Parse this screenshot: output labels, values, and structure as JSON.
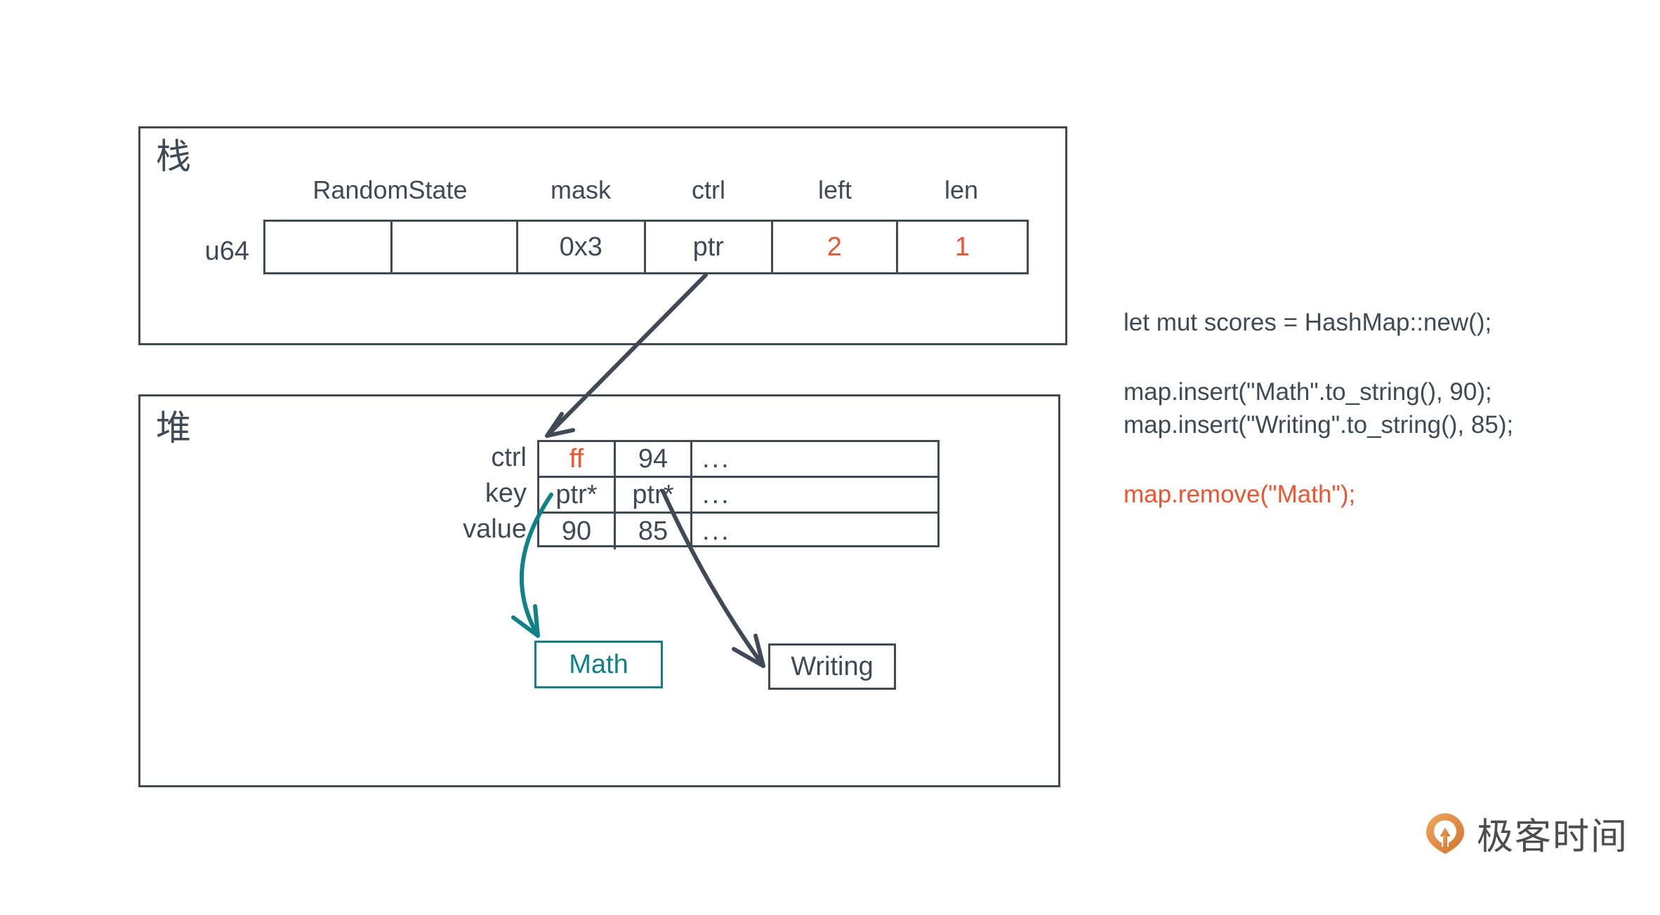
{
  "regions": {
    "stack": {
      "label": "栈"
    },
    "heap": {
      "label": "堆"
    }
  },
  "stack_table": {
    "row_label": "u64",
    "headers": [
      "RandomState",
      "mask",
      "ctrl",
      "left",
      "len"
    ],
    "cells": [
      {
        "value": "",
        "color": "#3f4a56"
      },
      {
        "value": "",
        "color": "#3f4a56"
      },
      {
        "value": "0x3",
        "color": "#3f4a56"
      },
      {
        "value": "ptr",
        "color": "#3f4a56"
      },
      {
        "value": "2",
        "color": "#f4522d"
      },
      {
        "value": "1",
        "color": "#f4522d"
      }
    ]
  },
  "heap_table": {
    "row_labels": [
      "ctrl",
      "key",
      "value"
    ],
    "rows": [
      {
        "name": "ctrl",
        "cells": [
          {
            "value": "ff",
            "color": "#f4522d"
          },
          {
            "value": "94",
            "color": "#3f4a56"
          },
          {
            "value": "...",
            "color": "#3f4a56"
          }
        ]
      },
      {
        "name": "key",
        "cells": [
          {
            "value": "ptr*",
            "color": "#3f4a56"
          },
          {
            "value": "ptr*",
            "color": "#3f4a56"
          },
          {
            "value": "...",
            "color": "#3f4a56"
          }
        ]
      },
      {
        "name": "value",
        "cells": [
          {
            "value": "90",
            "color": "#3f4a56"
          },
          {
            "value": "85",
            "color": "#3f4a56"
          },
          {
            "value": "...",
            "color": "#3f4a56"
          }
        ]
      }
    ]
  },
  "string_boxes": [
    {
      "name": "math",
      "label": "Math",
      "color": "#0f8287"
    },
    {
      "name": "writing",
      "label": "Writing",
      "color": "#3f4a56"
    }
  ],
  "code": {
    "line1": "let mut scores = HashMap::new();",
    "line2": "map.insert(\"Math\".to_string(), 90);",
    "line3": "map.insert(\"Writing\".to_string(), 85);",
    "line4": "map.remove(\"Math\");",
    "highlight_color": "#f4522d"
  },
  "branding": {
    "logo_text": "极客时间",
    "logo_color": "#e08b46"
  },
  "colors": {
    "ink": "#3f4a56",
    "accent_red": "#f4522d",
    "accent_teal": "#0f8287",
    "background": "#ffffff"
  }
}
